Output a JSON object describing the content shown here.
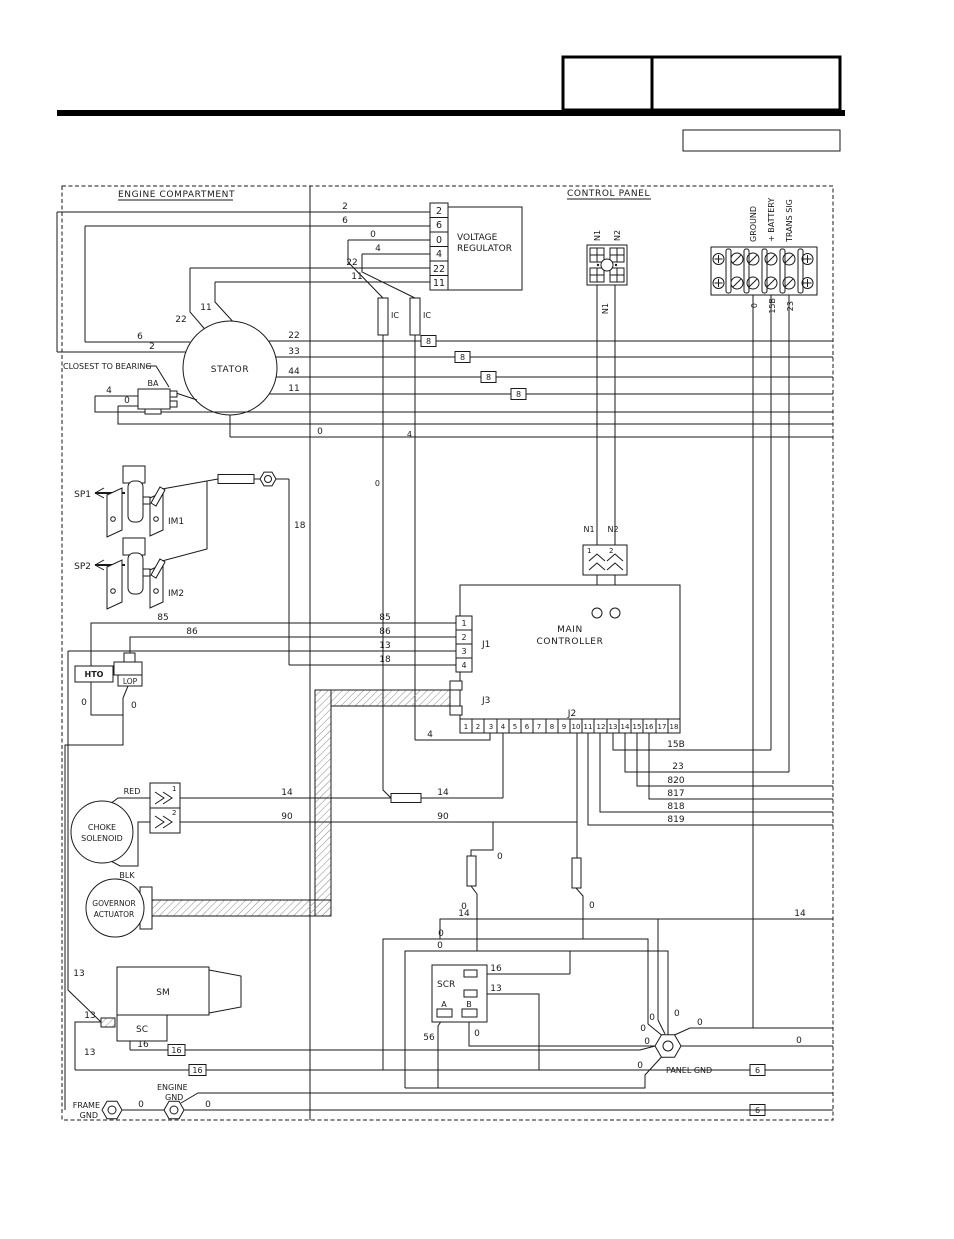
{
  "regions": {
    "engine": "ENGINE COMPARTMENT",
    "control": "CONTROL PANEL"
  },
  "vr": {
    "l1": "VOLTAGE",
    "l2": "REGULATOR",
    "terminals": [
      "2",
      "6",
      "0",
      "4",
      "22",
      "11"
    ],
    "wires": [
      "2",
      "6",
      "0",
      "4",
      "22",
      "11"
    ]
  },
  "ic": {
    "left": "IC",
    "right": "IC",
    "w0": "0",
    "w4": "4"
  },
  "stator": {
    "label": "STATOR",
    "right": [
      "22",
      "33",
      "44",
      "11"
    ],
    "left22": "22",
    "left11": "11",
    "left6": "6",
    "left2": "2",
    "neutral": "0",
    "splice8": [
      "8",
      "8",
      "8",
      "8"
    ]
  },
  "bearing": {
    "note": "CLOSEST TO BEARING",
    "label": "BA",
    "w4": "4",
    "w0": "0"
  },
  "ignition": {
    "sp1": "SP1",
    "sp2": "SP2",
    "im1": "IM1",
    "im2": "IM2",
    "w18": "18"
  },
  "sensors": {
    "hto": "HTO",
    "lop": "LOP",
    "w85": "85",
    "w86": "86",
    "hto0": "0",
    "lop0": "0"
  },
  "controller": {
    "l1": "MAIN",
    "l2": "CONTROLLER",
    "j1": "J1",
    "j2": "J2",
    "j3": "J3",
    "j1pins": [
      "1",
      "2",
      "3",
      "4"
    ],
    "j1wires": [
      "85",
      "86",
      "13",
      "18"
    ],
    "j2pins": [
      "1",
      "2",
      "3",
      "4",
      "5",
      "6",
      "7",
      "8",
      "9",
      "10",
      "11",
      "12",
      "13",
      "14",
      "15",
      "16",
      "17",
      "18"
    ],
    "n1": "N1",
    "n2": "N2",
    "surge1": "1",
    "surge2": "2"
  },
  "cpconn": {
    "n1": "N1",
    "n2": "N2",
    "wn1": "N1"
  },
  "strip": {
    "ground": "GROUND",
    "battery": "+ BATTERY",
    "trans": "TRANS SIG",
    "w0": "0",
    "w15b": "15B",
    "w23": "23"
  },
  "j2w": {
    "w4": "4",
    "w15b": "15B",
    "w23": "23",
    "w820": "820",
    "w817": "817",
    "w818": "818",
    "w819": "819",
    "w14_left": "14",
    "w14_mid": "14",
    "w14_right1": "14",
    "w14_right2": "14",
    "w90a": "90",
    "w90b": "90",
    "z1": "0",
    "z2": "0"
  },
  "choke": {
    "l1": "CHOKE",
    "l2": "SOLENOID",
    "red": "RED",
    "blk": "BLK",
    "p1": "1",
    "p2": "2"
  },
  "governor": {
    "l1": "GOVERNOR",
    "l2": "ACTUATOR"
  },
  "res": {
    "ztop": "0",
    "za": "0",
    "zb": "0"
  },
  "starter": {
    "sm": "SM",
    "sc": "SC",
    "w13a": "13",
    "w13b": "13",
    "w13c": "13",
    "w16": "16",
    "s16a": "16",
    "s16b": "16"
  },
  "scr": {
    "label": "SCR",
    "w16": "16",
    "w13": "13",
    "a": "A",
    "b": "B",
    "w56": "56",
    "w0": "0"
  },
  "pgnd": {
    "label": "PANEL GND",
    "z": [
      "0",
      "0",
      "0",
      "0",
      "0",
      "0",
      "0"
    ],
    "s6a": "6",
    "s6b": "6"
  },
  "bgnd": {
    "frame1": "FRAME",
    "frame2": "GND",
    "engine1": "ENGINE",
    "engine2": "GND",
    "z1": "0",
    "z2": "0"
  }
}
